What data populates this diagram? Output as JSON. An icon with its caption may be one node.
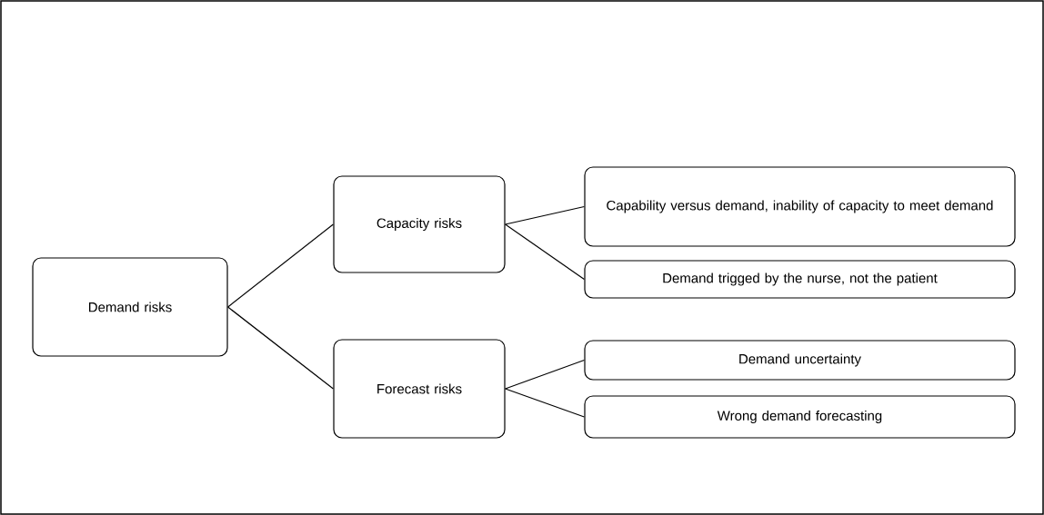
{
  "diagram": {
    "nodes": [
      {
        "text": [
          "Demand risks"
        ]
      },
      {
        "text": [
          "Capacity risks"
        ]
      },
      {
        "text": [
          "Forecast risks"
        ]
      },
      {
        "text": [
          "Capability versus demand, inability of capacity to meet demand"
        ]
      },
      {
        "text": [
          "Demand trigged by the nurse, not the patient"
        ]
      },
      {
        "text": [
          "Demand uncertainty"
        ]
      },
      {
        "text": [
          "Wrong demand forecasting"
        ]
      }
    ],
    "edges": [
      {
        "from": 0,
        "to": 1,
        "arrow": "none"
      },
      {
        "from": 0,
        "to": 2,
        "arrow": "none"
      },
      {
        "from": 1,
        "to": 3,
        "arrow": "none"
      },
      {
        "from": 1,
        "to": 4,
        "arrow": "none"
      },
      {
        "from": 2,
        "to": 5,
        "arrow": "none"
      },
      {
        "from": 2,
        "to": 6,
        "arrow": "none"
      }
    ]
  }
}
